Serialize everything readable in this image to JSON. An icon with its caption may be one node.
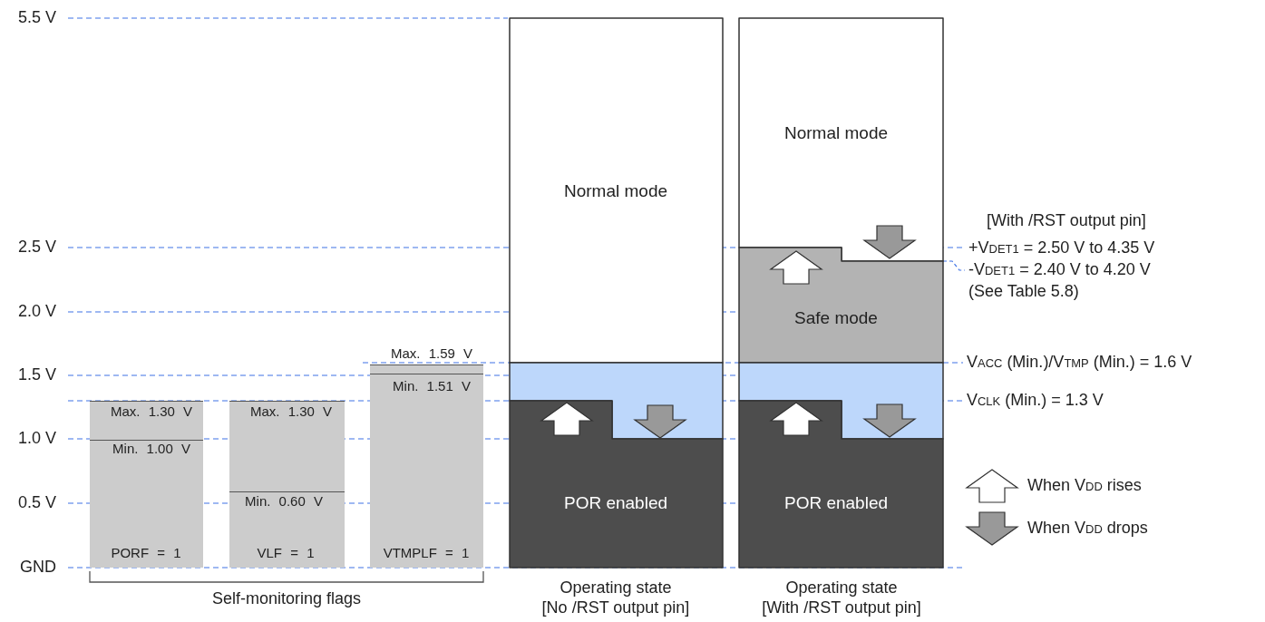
{
  "diagram": {
    "nodes": [
      {
        "text": [
          "Max. 1.30 V",
          "Min. 1.00 V",
          "PORF = 1"
        ]
      },
      {
        "text": [
          "Max. 1.30 V",
          "Min. 0.60 V",
          "VLF = 1"
        ]
      },
      {
        "text": [
          "Max. 1.59 V",
          "Min. 1.51 V",
          "VTMPLF = 1"
        ]
      },
      {
        "text": [
          "Normal mode"
        ]
      },
      {
        "text": [],
        "shape": "band"
      },
      {
        "text": [
          "POR enabled"
        ]
      },
      {
        "text": [
          "Normal mode"
        ]
      },
      {
        "text": [
          "Safe mode"
        ]
      },
      {
        "text": [],
        "shape": "band"
      },
      {
        "text": [
          "POR enabled"
        ]
      }
    ],
    "edges": [
      {
        "from": 6,
        "to": 7,
        "arrow": "to"
      },
      {
        "from": 7,
        "to": 6,
        "arrow": "to"
      },
      {
        "from": 5,
        "to": 4,
        "arrow": "to"
      },
      {
        "from": 4,
        "to": 5,
        "arrow": "to"
      },
      {
        "from": 9,
        "to": 8,
        "arrow": "to"
      },
      {
        "from": 8,
        "to": 9,
        "arrow": "to"
      }
    ],
    "labels": [
      "5.5 V",
      "2.5 V",
      "2.0 V",
      "1.5 V",
      "1.0 V",
      "0.5 V",
      "GND",
      "[With /RST output pin]",
      "+V$_{DET1}$ = 2.50 V to 4.35 V",
      "-V$_{DET1}$ = 2.40 V to 4.20 V",
      "(See Table 5.8)",
      "V$_{ACC}$ (Min.)/V$_{TMP}$ (Min.) = 1.6 V",
      "V$_{CLK}$ (Min.) = 1.3 V",
      "Self-monitoring flags",
      "Operating state [No /RST output pin]",
      "Operating state [With /RST output pin]"
    ],
    "legend": [
      {
        "text": "When V$_{DD}$ rises"
      },
      {
        "text": "When V$_{DD}$ drops"
      }
    ]
  }
}
